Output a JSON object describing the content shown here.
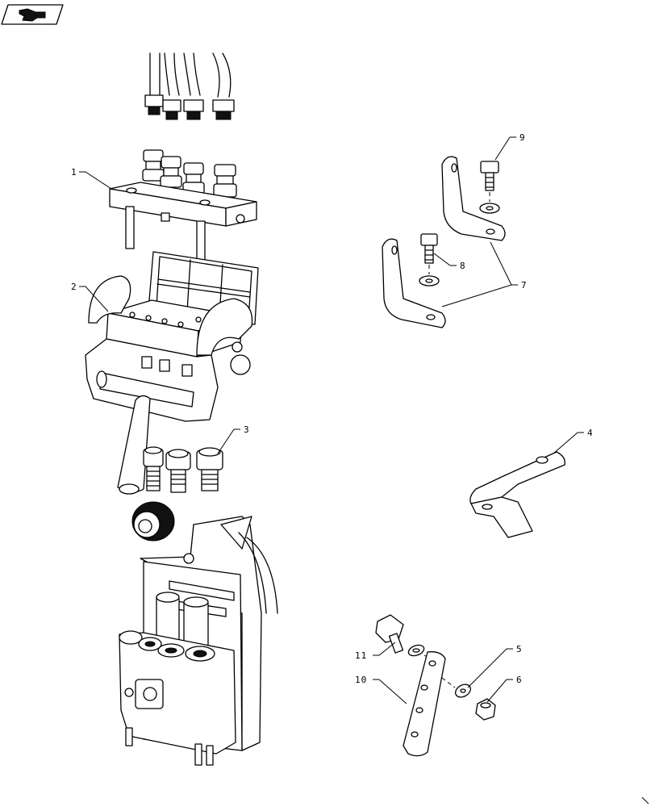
{
  "nav_icon": {
    "name": "back-arrow-icon"
  },
  "callouts": {
    "c1": "1",
    "c2": "2",
    "c3": "3",
    "c4": "4",
    "c5": "5",
    "c6": "6",
    "c7": "7",
    "c8": "8",
    "c9": "9",
    "c10": "10",
    "c11": "11"
  }
}
